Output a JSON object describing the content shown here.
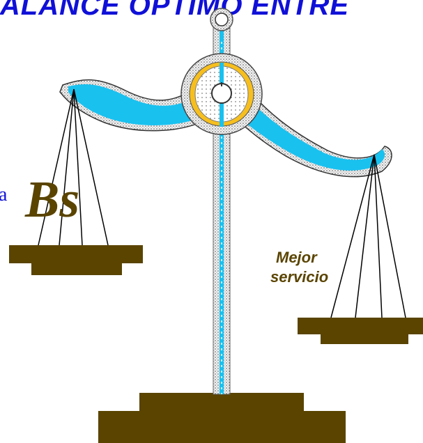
{
  "title": "BALANCE OPTIMO ENTRE",
  "left_pan": {
    "edge_text": "a",
    "label": "Bs"
  },
  "right_pan": {
    "label_line1": "Mejor",
    "label_line2": "servicio"
  },
  "colors": {
    "beam": "#19c1ef",
    "brown": "#5a4400",
    "ring": "#f7bf1e",
    "text_blue": "#1010d8"
  }
}
